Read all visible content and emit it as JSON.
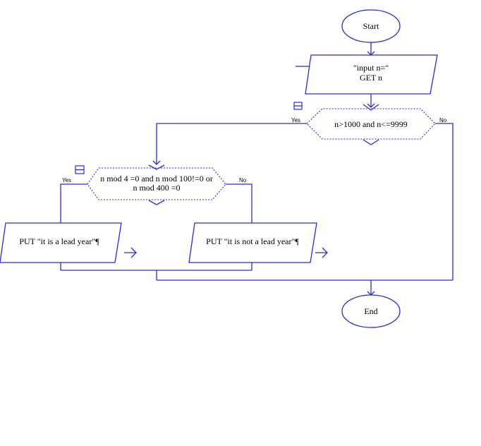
{
  "flowchart": {
    "start_label": "Start",
    "end_label": "End",
    "input_line1": "\"input n=\"",
    "input_line2": "GET n",
    "decision1": "n>1000 and n<=9999",
    "decision1_yes": "Yes",
    "decision1_no": "No",
    "decision2_line1": "n mod 4 =0 and n mod 100!=0 or",
    "decision2_line2": "n mod 400 =0",
    "decision2_yes": "Yes",
    "decision2_no": "No",
    "output_yes": "PUT \"it is a lead year\"¶",
    "output_no": "PUT \"it is not a lead year\"¶"
  },
  "colors": {
    "stroke": "#2b2bd6",
    "fill": "#ffffff",
    "text": "#000000"
  }
}
